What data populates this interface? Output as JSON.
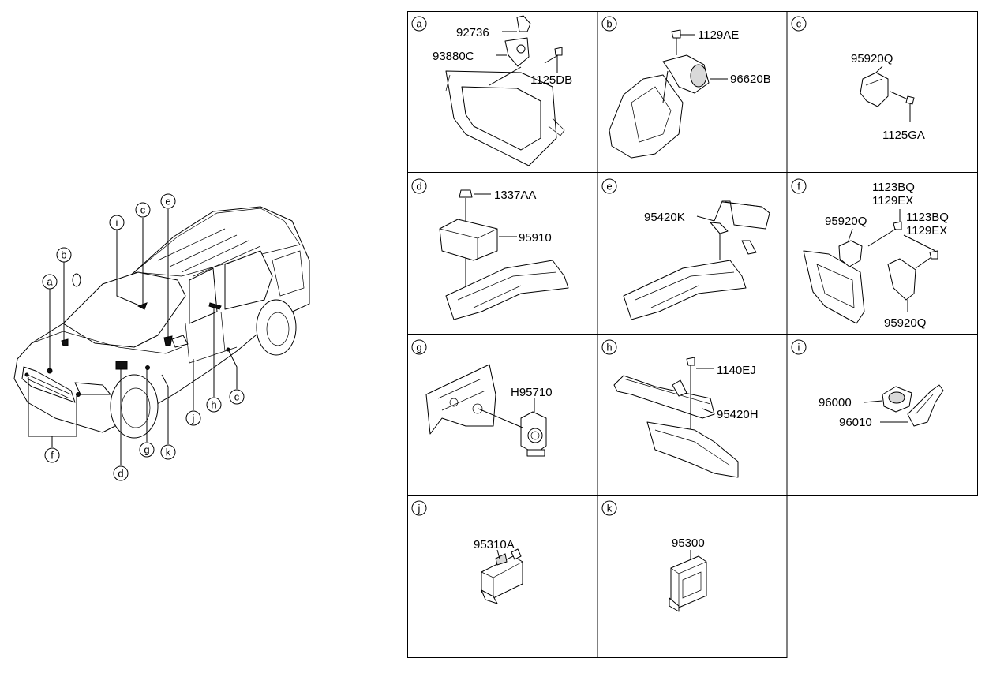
{
  "vehicle": {
    "callouts": [
      "a",
      "b",
      "c",
      "d",
      "e",
      "f",
      "g",
      "h",
      "i",
      "j",
      "k"
    ],
    "callout_c_2": "c"
  },
  "panels": {
    "a": {
      "letter": "a",
      "parts": [
        "92736",
        "93880C",
        "1125DB"
      ]
    },
    "b": {
      "letter": "b",
      "parts": [
        "1129AE",
        "96620B"
      ]
    },
    "c": {
      "letter": "c",
      "parts": [
        "95920Q",
        "1125GA"
      ]
    },
    "d": {
      "letter": "d",
      "parts": [
        "1337AA",
        "95910"
      ]
    },
    "e": {
      "letter": "e",
      "parts": [
        "95420K"
      ]
    },
    "f": {
      "letter": "f",
      "parts": [
        "1123BQ",
        "1129EX",
        "95920Q",
        "1123BQ",
        "1129EX",
        "95920Q"
      ]
    },
    "g": {
      "letter": "g",
      "parts": [
        "H95710"
      ]
    },
    "h": {
      "letter": "h",
      "parts": [
        "1140EJ",
        "95420H"
      ]
    },
    "i": {
      "letter": "i",
      "parts": [
        "96000",
        "96010"
      ]
    },
    "j": {
      "letter": "j",
      "parts": [
        "95310A"
      ]
    },
    "k": {
      "letter": "k",
      "parts": [
        "95300"
      ]
    }
  }
}
